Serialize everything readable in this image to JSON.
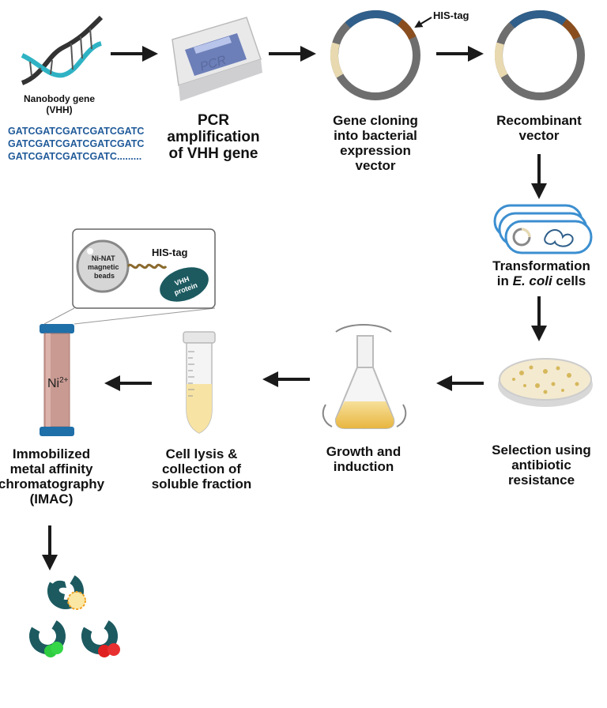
{
  "labels": {
    "nanobody_gene": "Nanobody gene",
    "nanobody_gene_sub": "(VHH)",
    "pcr_line1": "PCR",
    "pcr_line2": "amplification",
    "pcr_line3": "of VHH gene",
    "pcr_machine_text": "PCR",
    "his_tag_top": "HIS-tag",
    "gene_cloning_line1": "Gene cloning",
    "gene_cloning_line2": "into bacterial",
    "gene_cloning_line3": "expression",
    "gene_cloning_line4": "vector",
    "recombinant_line1": "Recombinant",
    "recombinant_line2": "vector",
    "transformation_line1": "Transformation",
    "transformation_line2_pre": "in ",
    "transformation_line2_italic": "E. coli",
    "transformation_line2_post": " cells",
    "selection_line1": "Selection using",
    "selection_line2": "antibiotic",
    "selection_line3": "resistance",
    "growth_line1": "Growth and",
    "growth_line2": "induction",
    "lysis_line1": "Cell lysis &",
    "lysis_line2": "collection of",
    "lysis_line3": "soluble fraction",
    "imac_line1": "Immobilized",
    "imac_line2": "metal affinity",
    "imac_line3": "chromatography",
    "imac_line4": "(IMAC)",
    "column_ion": "Ni",
    "column_ion_charge": "2+",
    "beads_line1": "Ni-NAT",
    "beads_line2": "magnetic",
    "beads_line3": "beads",
    "inset_his_tag": "HIS-tag",
    "vhh_line1": "VHH",
    "vhh_line2": "protein"
  },
  "sequence": [
    "GATCGATCGATCGATCGATC",
    "GATCGATCGATCGATCGATC",
    "GATCGATCGATCGATC........."
  ],
  "colors": {
    "arrow": "#1a1a1a",
    "dna_dark": "#333333",
    "dna_teal": "#2fb3c4",
    "plasmid_blue": "#2f5f8a",
    "plasmid_brown": "#8a4e1e",
    "plasmid_beige": "#e8d9b0",
    "plasmid_gray": "#6e6e6e",
    "column_blue": "#1f6fa8",
    "column_fill": "#c99a92",
    "protein_teal": "#1c5a60",
    "green_dot": "#2ecc40",
    "red_dot": "#e02020",
    "yellow_liquid": "#f5d77a"
  }
}
